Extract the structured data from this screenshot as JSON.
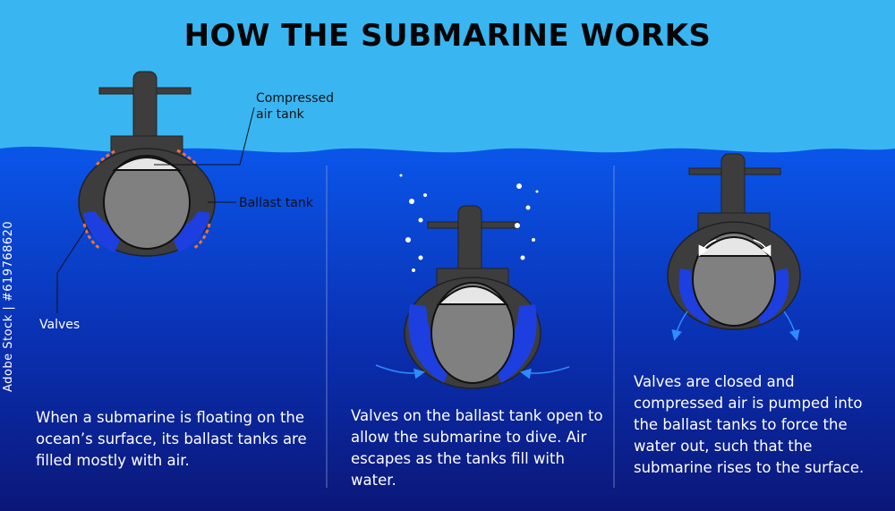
{
  "title": "HOW THE SUBMARINE WORKS",
  "labels": {
    "compressed_air_tank": "Compressed\nair tank",
    "ballast_tank": "Ballast tank",
    "valves": "Valves"
  },
  "panels": [
    {
      "description": "When a submarine is floating on the ocean’s surface, its ballast tanks are filled mostly with air."
    },
    {
      "description": "Valves on the ballast tank open to allow the submarine to dive. Air escapes as the tanks fill with water."
    },
    {
      "description": "Valves are closed and compressed air is pumped into the ballast tanks to force the water out, such that the submarine rises to the surface."
    }
  ],
  "stock_id": "Adobe Stock | #619768620",
  "colors": {
    "sky": "#39b6f2",
    "sea_top": "#0a54e8",
    "sea_bottom": "#0b1778",
    "hull": "#3d3d3d",
    "ballast_water": "#1d3fe0",
    "pressure_hull": "#808080",
    "air_tank": "#e6e6e6",
    "valve": "#f0703c"
  }
}
